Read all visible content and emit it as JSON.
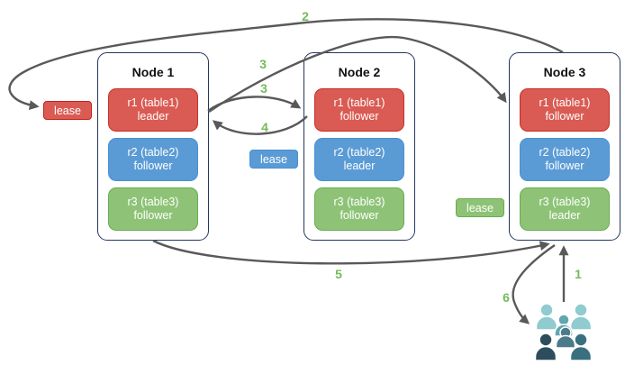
{
  "diagram": {
    "nodes": [
      {
        "title": "Node 1",
        "replicas": [
          {
            "label": "r1 (table1)",
            "role": "leader",
            "color": "red"
          },
          {
            "label": "r2 (table2)",
            "role": "follower",
            "color": "blue"
          },
          {
            "label": "r3 (table3)",
            "role": "follower",
            "color": "green"
          }
        ]
      },
      {
        "title": "Node 2",
        "replicas": [
          {
            "label": "r1 (table1)",
            "role": "follower",
            "color": "red"
          },
          {
            "label": "r2 (table2)",
            "role": "leader",
            "color": "blue"
          },
          {
            "label": "r3 (table3)",
            "role": "follower",
            "color": "green"
          }
        ]
      },
      {
        "title": "Node 3",
        "replicas": [
          {
            "label": "r1 (table1)",
            "role": "follower",
            "color": "red"
          },
          {
            "label": "r2 (table2)",
            "role": "follower",
            "color": "blue"
          },
          {
            "label": "r3 (table3)",
            "role": "leader",
            "color": "green"
          }
        ]
      }
    ],
    "leases": [
      {
        "text": "lease",
        "color": "red"
      },
      {
        "text": "lease",
        "color": "blue"
      },
      {
        "text": "lease",
        "color": "green"
      }
    ],
    "step_labels": {
      "step1": "1",
      "step2": "2",
      "step3_a": "3",
      "step3_b": "3",
      "step4": "4",
      "step5": "5",
      "step6": "6"
    },
    "icons": {
      "clients": "users-group"
    }
  },
  "colors": {
    "replica_red": "#D95B53",
    "replica_red_border": "#C9302A",
    "lease_red_border": "#C9201A",
    "replica_blue": "#5B9BD5",
    "replica_blue_border": "#4A8FD3",
    "replica_green": "#8EC377",
    "replica_green_border": "#69AC4E",
    "node_border": "#24375E",
    "arrow": "#595959",
    "step_number": "#76B95C",
    "replica_text": "#FFFFFF",
    "users_light": "#8FCBCF",
    "users_mid": "#5FA7B1",
    "users_slate": "#4D7A89",
    "users_dark_navy": "#2E4D5C",
    "users_dark_teal": "#39707F"
  }
}
